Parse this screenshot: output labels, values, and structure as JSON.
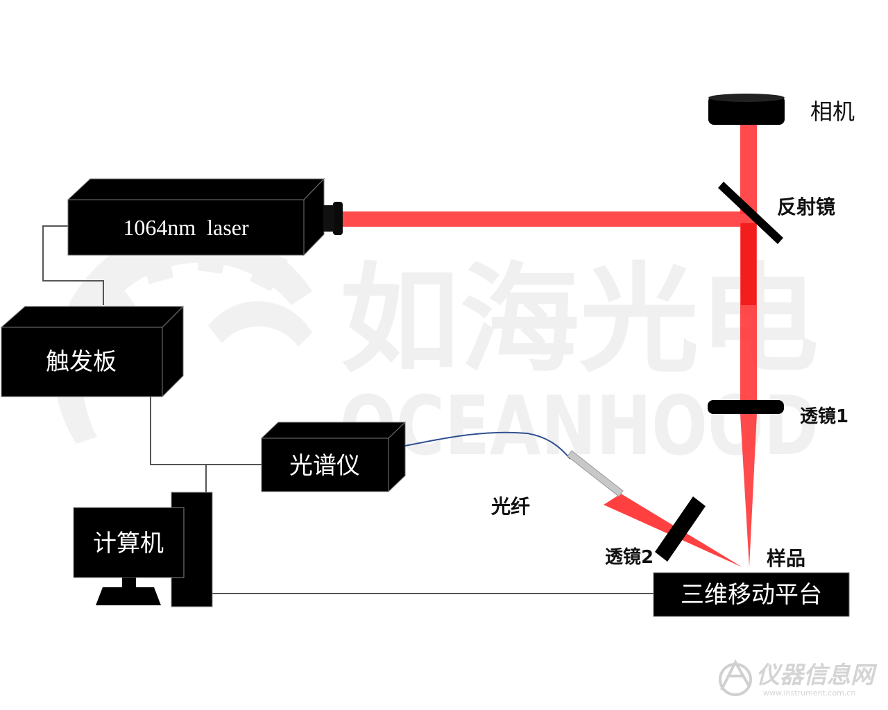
{
  "labels": {
    "laser": "1064nm  laser",
    "trigger_board": "触发板",
    "spectrometer": "光谱仪",
    "computer": "计算机",
    "stage": "三维移动平台",
    "camera": "相机",
    "mirror": "反射镜",
    "lens1": "透镜1",
    "lens2": "透镜2",
    "fiber": "光纤",
    "sample": "样品"
  },
  "watermark": {
    "brand_cn": "如海光电",
    "brand_en": "OCEANHOOD",
    "site_cn": "仪器信息网",
    "site_en": "www.instrument.com.cn"
  },
  "colors": {
    "beam": "#ff2b2b",
    "device": "#000000",
    "wire": "#555555",
    "fiber": "#2f4f8f",
    "watermark": "#f0f0f0"
  }
}
